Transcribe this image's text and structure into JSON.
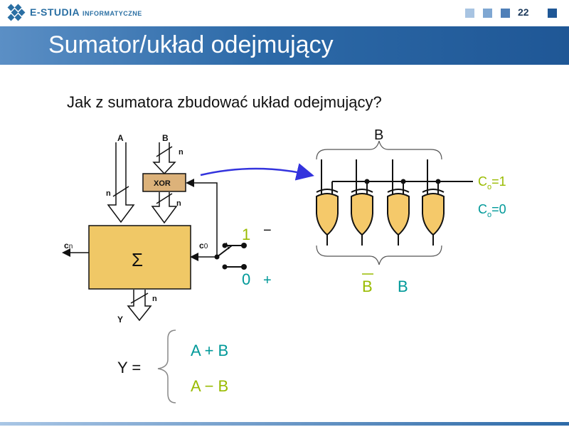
{
  "header": {
    "brand_main": "E-STUDIA",
    "brand_sub": "INFORMATYCZNE",
    "page_number": "22"
  },
  "title": "Sumator/układ odejmujący",
  "question": "Jak z sumatora zbudować układ odejmujący?",
  "adder_diagram": {
    "input_a": "A",
    "input_b": "B",
    "bus_width": "n",
    "xor_label": "XOR",
    "sum_symbol": "Σ",
    "carry_out": "c",
    "carry_out_sub": "n",
    "carry_in": "c",
    "carry_in_sub": "0",
    "output_y": "Y",
    "switch_one": "1",
    "switch_minus": "−",
    "switch_zero": "0",
    "switch_plus": "+"
  },
  "xor_gates_diagram": {
    "input_b_label": "B",
    "c0_one": "=1",
    "c0_zero": "=0",
    "c_letter": "C",
    "c_sub": "o",
    "out_negated": "B",
    "out_plain": "B"
  },
  "formula": {
    "lhs": "Y =",
    "case_add": "A + B",
    "case_sub": "A − B"
  },
  "colors": {
    "title_bar": "#2d6aa8",
    "adder_fill": "#f0c866",
    "xor_fill": "#f5c96a",
    "teal": "#009999",
    "lime": "#99bb00",
    "arrow_blue": "#3333dd"
  }
}
